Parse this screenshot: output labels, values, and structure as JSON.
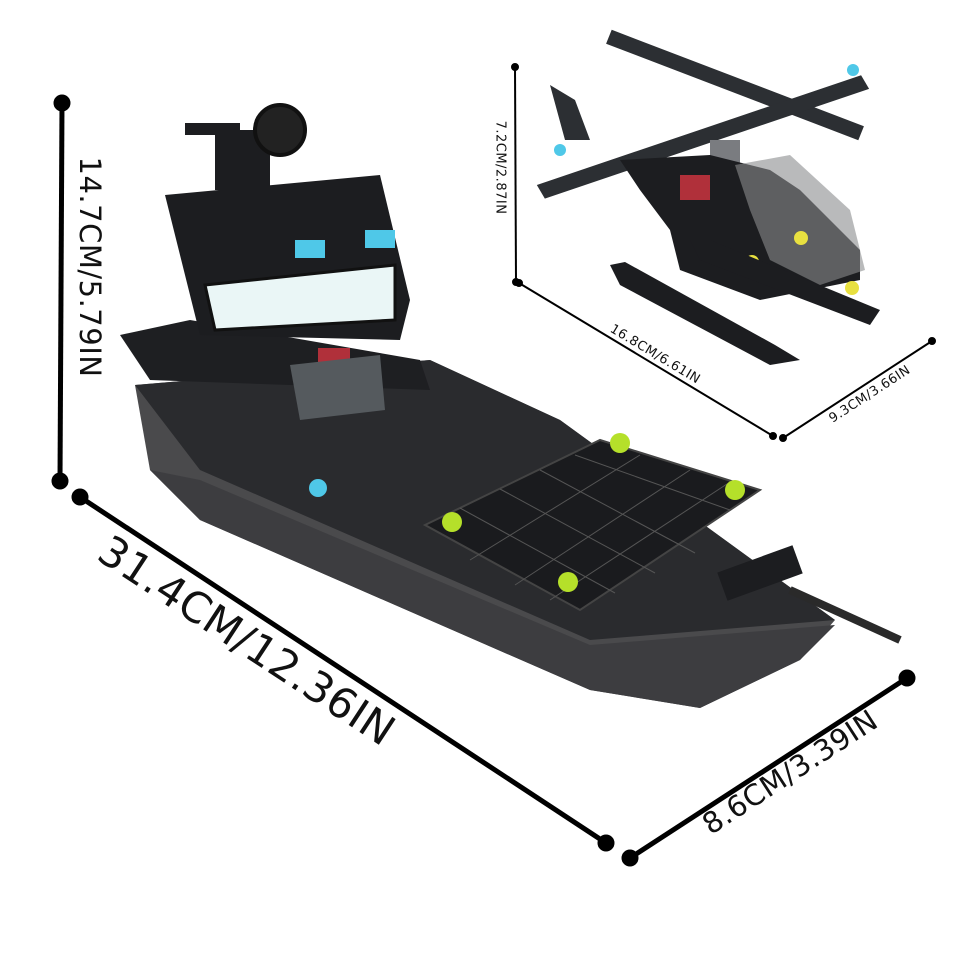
{
  "dimensions": {
    "boat_height": "14.7CM/5.79IN",
    "boat_length": "31.4CM/12.36IN",
    "boat_width": "8.6CM/3.39IN",
    "helicopter_height": "7.2CM/2.87IN",
    "helicopter_length": "16.8CM/6.61IN",
    "helicopter_width": "9.3CM/3.66IN"
  },
  "colors": {
    "hull": "#4a4a4c",
    "brick_black": "#1c1d20",
    "lime_stud": "#b5e02a",
    "trans_blue": "#4fc8e8",
    "trans_yellow": "#e8e040",
    "trans_red": "#b0303a"
  }
}
